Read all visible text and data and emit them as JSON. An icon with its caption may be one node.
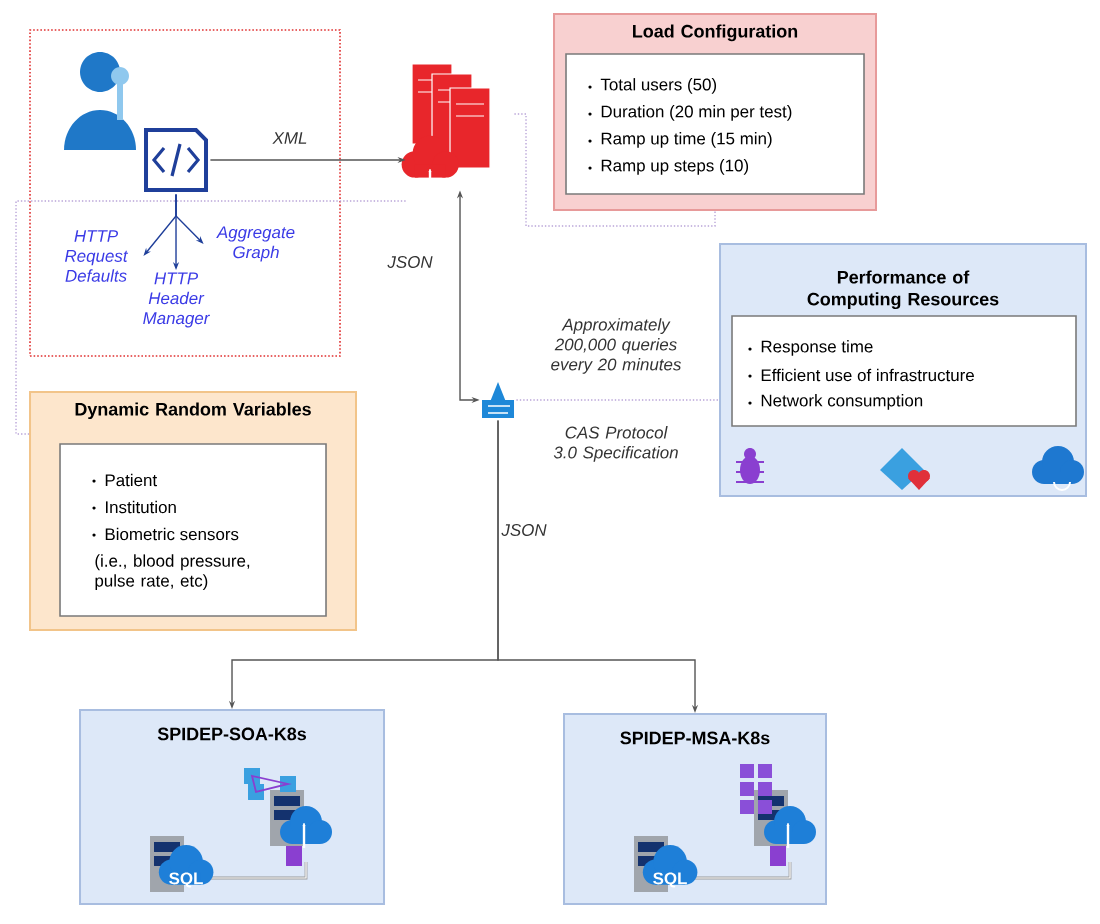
{
  "diagram": {
    "nodes": [
      {
        "text": [],
        "shape": "box"
      },
      {
        "text": [],
        "shape": "picture",
        "in": 0
      },
      {
        "text": [
          "HTTP Request Defaults"
        ],
        "in": 0
      },
      {
        "text": [
          "HTTP Header Manager"
        ],
        "in": 0
      },
      {
        "text": [
          "Aggregate Graph"
        ],
        "in": 0
      },
      {
        "text": [],
        "shape": "picture"
      },
      {
        "text": [
          "Load Configuration",
          "Total users (50)",
          "Duration (20 min per test)",
          "Ramp up time (15 min)",
          "Ramp up steps (10)"
        ]
      },
      {
        "text": [
          "Performance of Computing Resources",
          "Response time",
          "Efficient use of infrastructure",
          "Network consumption"
        ]
      },
      {
        "text": [
          "Dynamic Random Variables",
          "Patient",
          "Institution",
          "Biometric sensors",
          "(i.e., blood pressure, pulse rate, etc)"
        ]
      },
      {
        "text": [],
        "shape": "picture",
        "beside": [
          "CAS Protocol 3.0 Specification"
        ]
      },
      {
        "text": [
          "SPIDEP-SOA-K8s"
        ]
      },
      {
        "text": [
          "SPIDEP-MSA-K8s"
        ]
      }
    ],
    "edges": [
      {
        "from": 1,
        "to": 5,
        "arrow": "to",
        "label": "XML"
      },
      {
        "from": 5,
        "to": 9,
        "arrow": "both",
        "label": "JSON"
      },
      {
        "from": 9,
        "to": 7,
        "arrow": "none",
        "label": "Approximately 200,000 queries every 20 minutes",
        "style": "dashed",
        "color": "#b9a4d8"
      },
      {
        "from": 9,
        "to": 10,
        "arrow": "to",
        "label": "JSON"
      },
      {
        "from": 9,
        "to": 11,
        "arrow": "to"
      },
      {
        "from": 5,
        "to": 8,
        "arrow": "none",
        "style": "dashed",
        "color": "#b9a4d8"
      },
      {
        "from": 5,
        "to": 6,
        "arrow": "none",
        "style": "dashed",
        "color": "#b9a4d8"
      },
      {
        "from": 1,
        "to": 2,
        "arrow": "to",
        "color": "#1f3f9a"
      },
      {
        "from": 1,
        "to": 3,
        "arrow": "to",
        "color": "#1f3f9a"
      },
      {
        "from": 1,
        "to": 4,
        "arrow": "to",
        "color": "#1f3f9a"
      }
    ],
    "labels": [
      "SQL",
      "SQL"
    ]
  }
}
